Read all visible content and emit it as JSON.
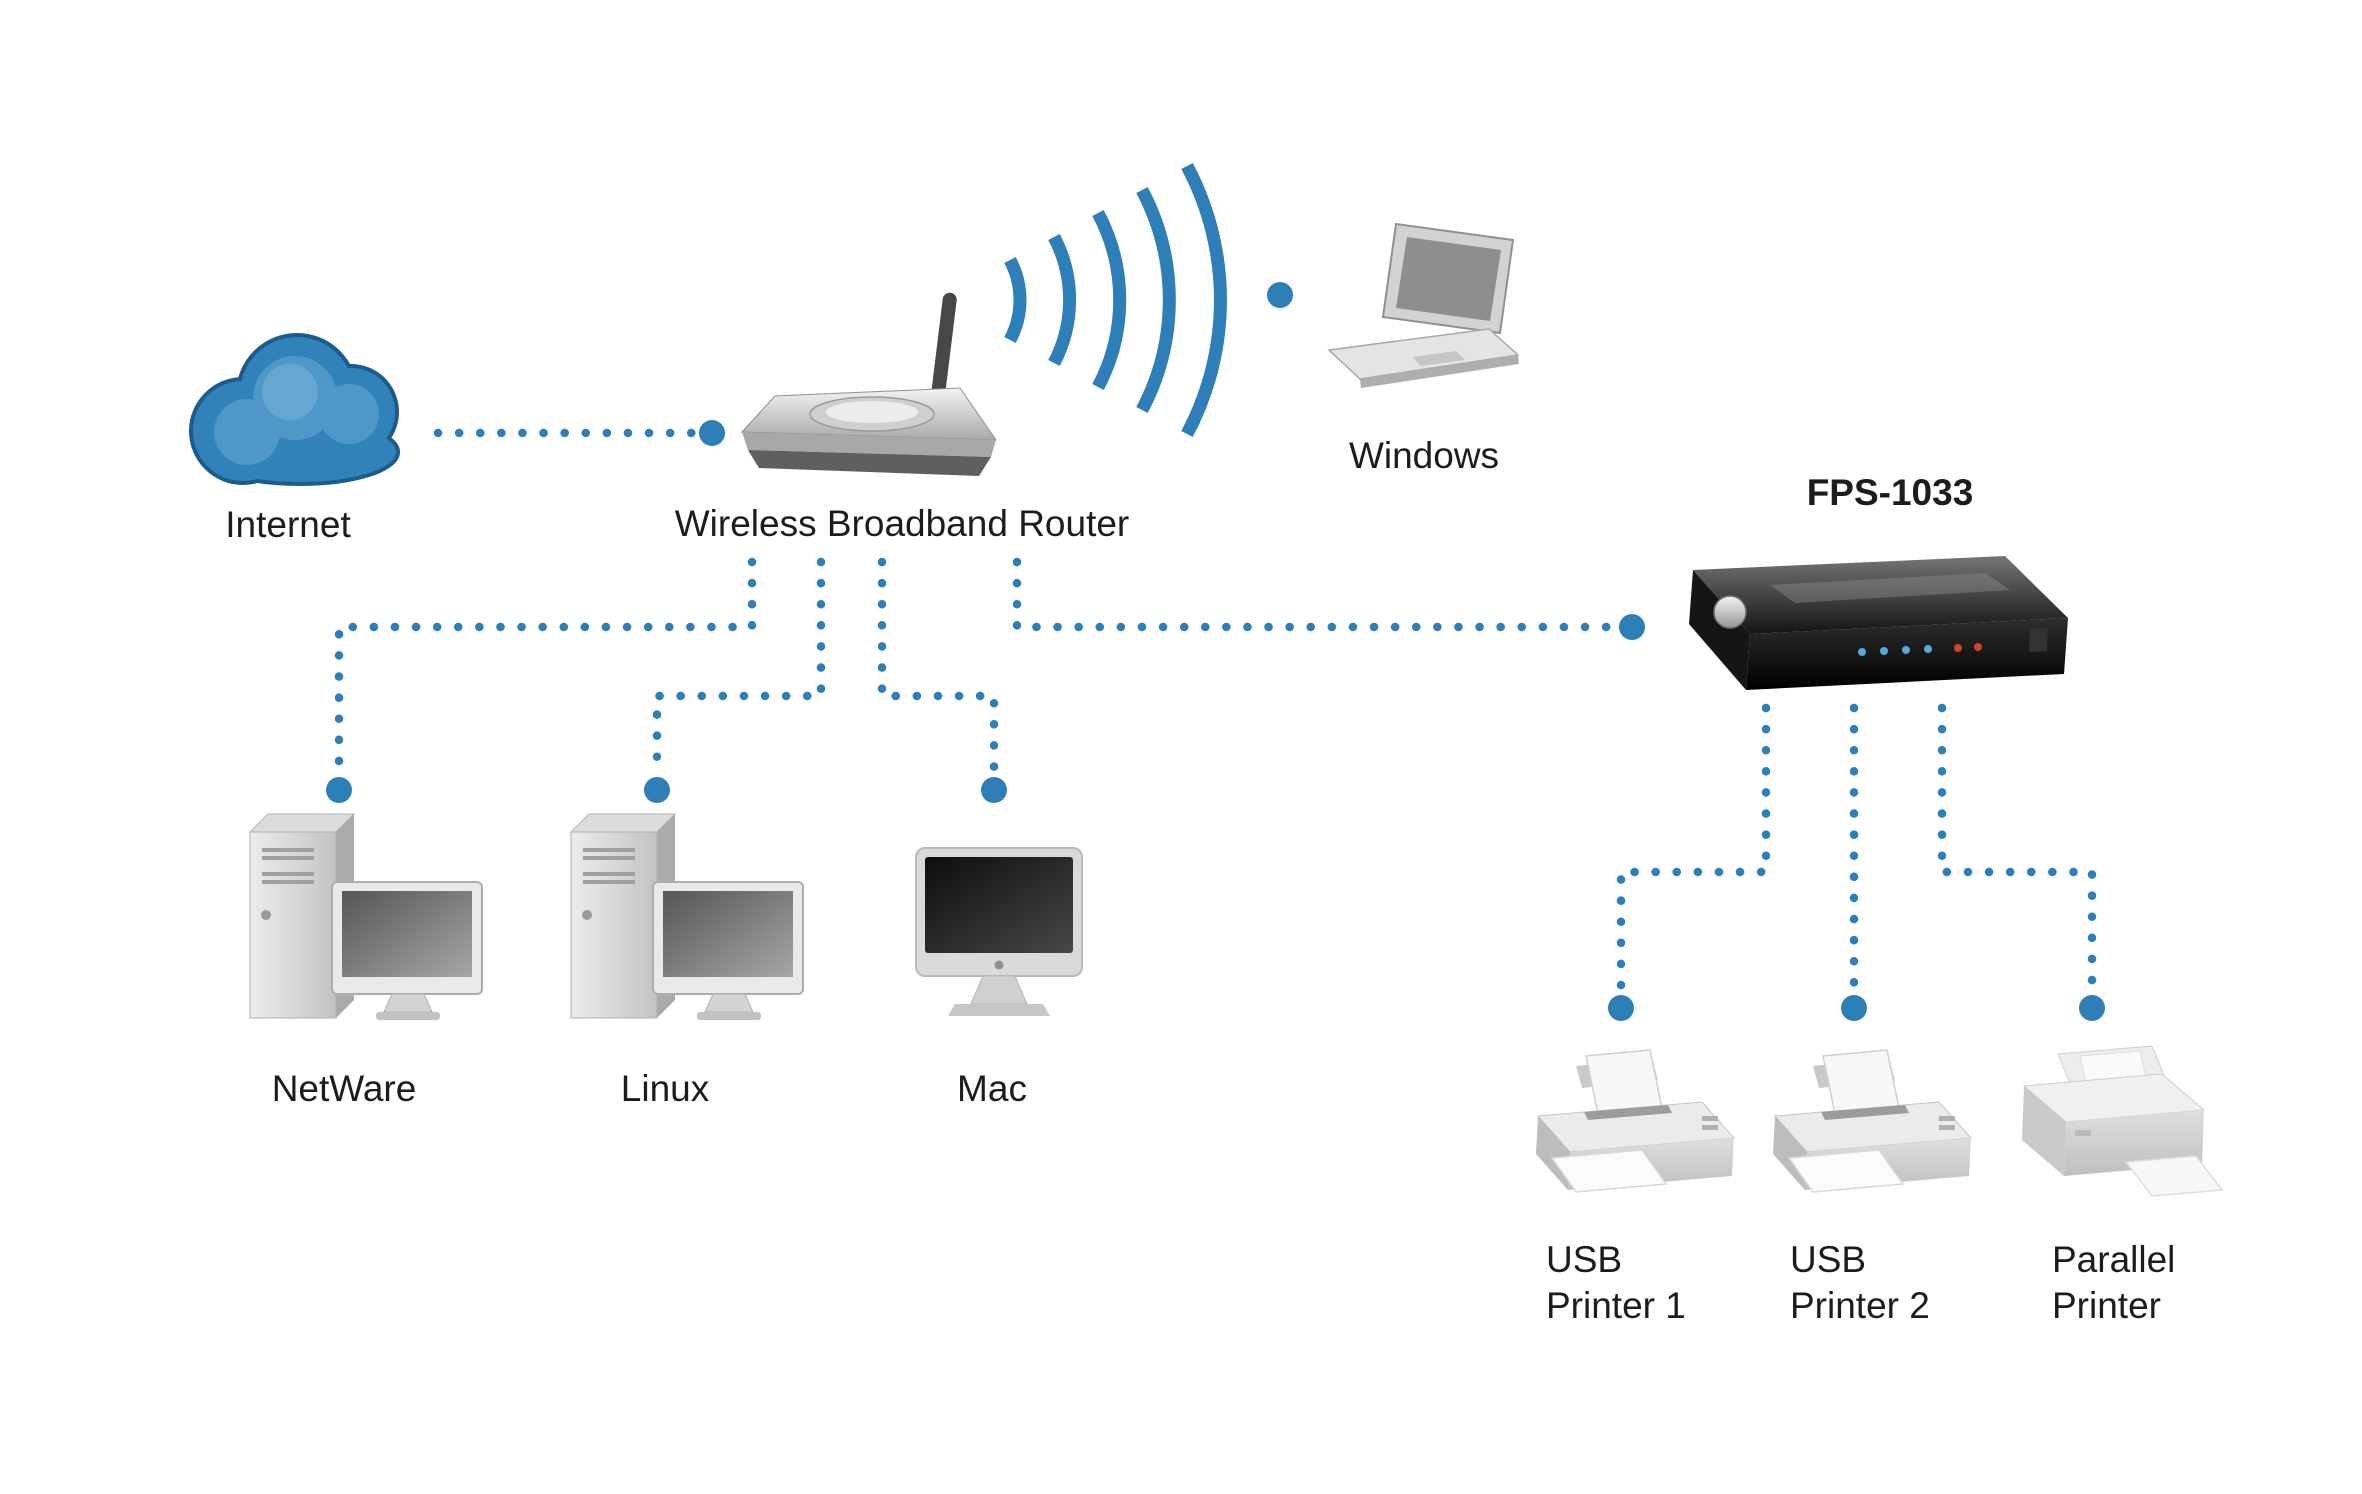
{
  "diagram": {
    "type": "network-topology",
    "colors": {
      "connector_blue": "#2E7FB8",
      "cloud_blue": "#3282BA",
      "text": "#1C1C1C"
    },
    "nodes": {
      "internet": {
        "label": "Internet",
        "icon": "cloud-icon"
      },
      "router": {
        "label": "Wireless Broadband Router",
        "icon": "wireless-router-icon"
      },
      "windows": {
        "label": "Windows",
        "icon": "laptop-icon"
      },
      "print_server": {
        "label": "FPS-1033",
        "icon": "print-server-icon"
      },
      "netware": {
        "label": "NetWare",
        "icon": "desktop-pc-icon"
      },
      "linux": {
        "label": "Linux",
        "icon": "desktop-pc-icon"
      },
      "mac": {
        "label": "Mac",
        "icon": "imac-icon"
      },
      "usb_printer_1": {
        "label_line1": "USB",
        "label_line2": "Printer 1",
        "icon": "inkjet-printer-icon"
      },
      "usb_printer_2": {
        "label_line1": "USB",
        "label_line2": "Printer 2",
        "icon": "inkjet-printer-icon"
      },
      "parallel_printer": {
        "label_line1": "Parallel",
        "label_line2": "Printer",
        "icon": "laser-printer-icon"
      }
    },
    "connections": [
      "internet - router (dotted)",
      "router - windows (wireless signal)",
      "router - netware (dotted)",
      "router - linux (dotted)",
      "router - mac (dotted)",
      "router - print_server (dotted)",
      "print_server - usb_printer_1 (dotted)",
      "print_server - usb_printer_2 (dotted)",
      "print_server - parallel_printer (dotted)"
    ]
  }
}
